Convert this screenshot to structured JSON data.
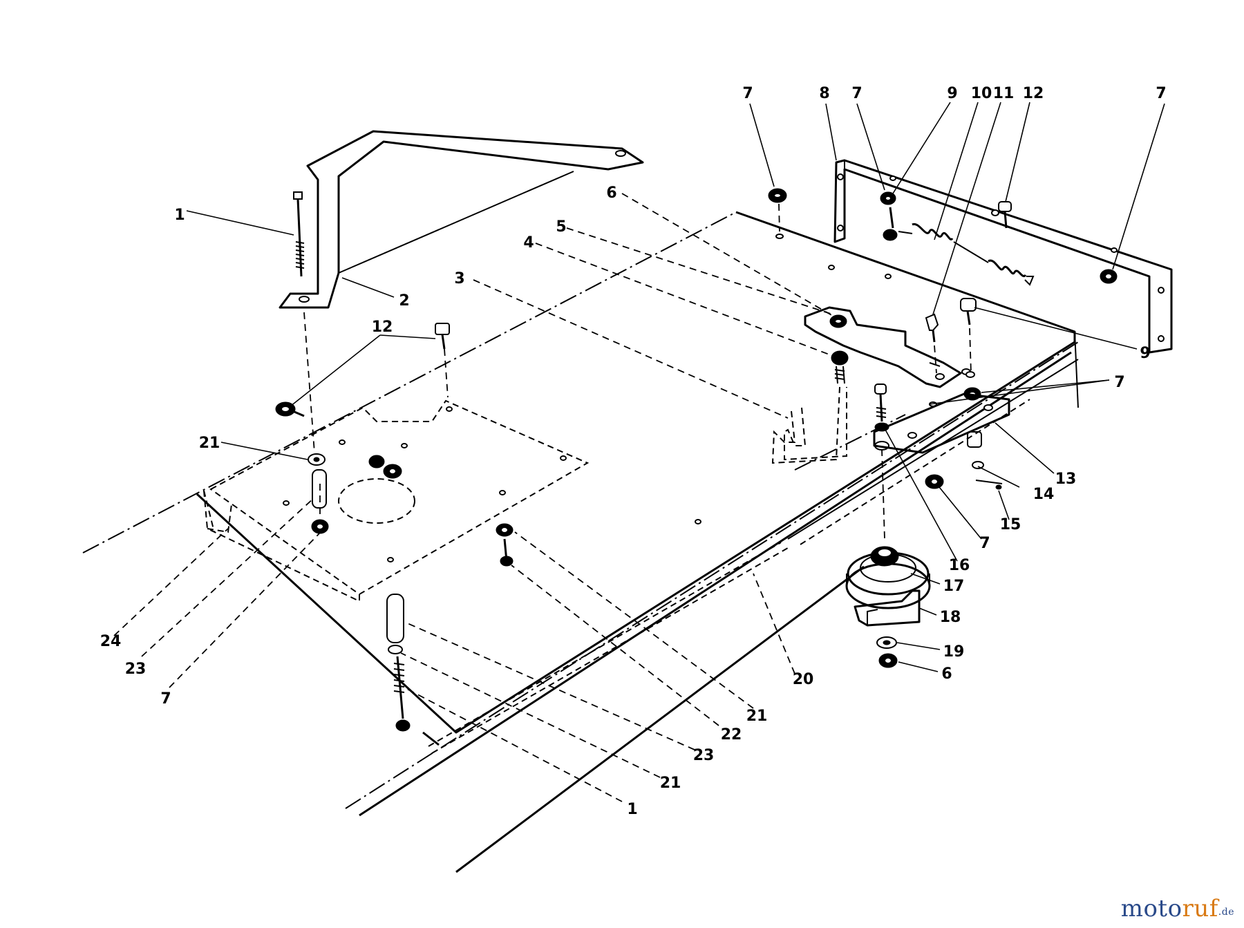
{
  "callouts": [
    {
      "id": "c-1a",
      "label": "1"
    },
    {
      "id": "c-2",
      "label": "2"
    },
    {
      "id": "c-3",
      "label": "3"
    },
    {
      "id": "c-4",
      "label": "4"
    },
    {
      "id": "c-5",
      "label": "5"
    },
    {
      "id": "c-6a",
      "label": "6"
    },
    {
      "id": "c-7a",
      "label": "7"
    },
    {
      "id": "c-8",
      "label": "8"
    },
    {
      "id": "c-7b",
      "label": "7"
    },
    {
      "id": "c-9a",
      "label": "9"
    },
    {
      "id": "c-10",
      "label": "10"
    },
    {
      "id": "c-11",
      "label": "11"
    },
    {
      "id": "c-12a",
      "label": "12"
    },
    {
      "id": "c-7c",
      "label": "7"
    },
    {
      "id": "c-12b",
      "label": "12"
    },
    {
      "id": "c-9b",
      "label": "9"
    },
    {
      "id": "c-7d",
      "label": "7"
    },
    {
      "id": "c-13",
      "label": "13"
    },
    {
      "id": "c-14",
      "label": "14"
    },
    {
      "id": "c-15",
      "label": "15"
    },
    {
      "id": "c-7e",
      "label": "7"
    },
    {
      "id": "c-16",
      "label": "16"
    },
    {
      "id": "c-17",
      "label": "17"
    },
    {
      "id": "c-18",
      "label": "18"
    },
    {
      "id": "c-19",
      "label": "19"
    },
    {
      "id": "c-6b",
      "label": "6"
    },
    {
      "id": "c-20",
      "label": "20"
    },
    {
      "id": "c-21a",
      "label": "21"
    },
    {
      "id": "c-21b",
      "label": "21"
    },
    {
      "id": "c-22",
      "label": "22"
    },
    {
      "id": "c-23a",
      "label": "23"
    },
    {
      "id": "c-21c",
      "label": "21"
    },
    {
      "id": "c-1b",
      "label": "1"
    },
    {
      "id": "c-24",
      "label": "24"
    },
    {
      "id": "c-23b",
      "label": "23"
    },
    {
      "id": "c-7f",
      "label": "7"
    }
  ],
  "watermark": {
    "brand_part1": "moto",
    "brand_part2": "ruf",
    "suffix": ".de"
  },
  "colors": {
    "line": "#000000",
    "background": "#ffffff",
    "watermark_blue": "#2a4a8a",
    "watermark_orange": "#d97a14"
  }
}
